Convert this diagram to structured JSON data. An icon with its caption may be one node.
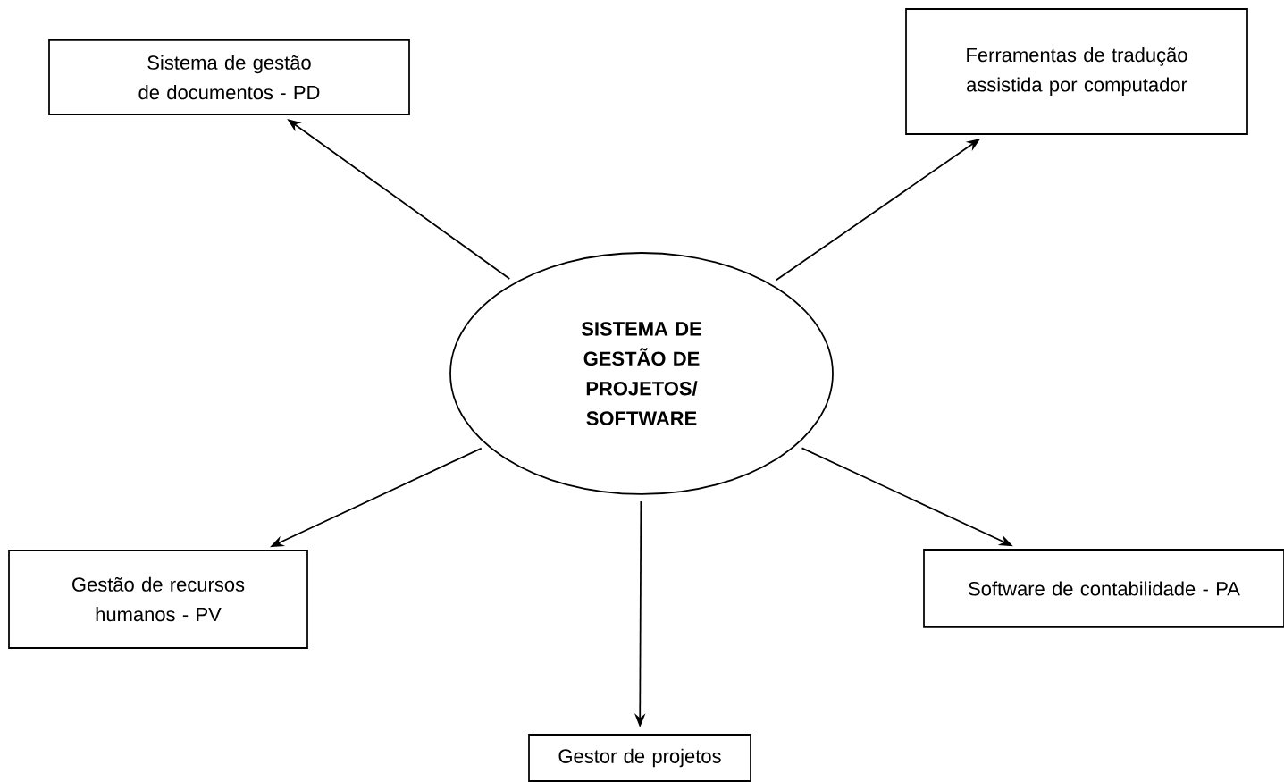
{
  "diagram": {
    "nodes": [
      {
        "text": [
          "Sistema de gestão de documentos - PD"
        ]
      },
      {
        "text": [
          "Ferramentas de tradução assistida por computador"
        ]
      },
      {
        "text": [
          "SISTEMA DE GESTÃO DE PROJETOS/ SOFTWARE"
        ]
      },
      {
        "text": [
          "Gestão de recursos humanos - PV"
        ]
      },
      {
        "text": [
          "Software de contabilidade - PA"
        ]
      },
      {
        "text": [
          "Gestor de projetos"
        ]
      }
    ],
    "edges": [
      {
        "from": 2,
        "to": 0,
        "arrow": "to"
      },
      {
        "from": 2,
        "to": 1,
        "arrow": "to"
      },
      {
        "from": 2,
        "to": 3,
        "arrow": "to"
      },
      {
        "from": 2,
        "to": 4,
        "arrow": "to"
      },
      {
        "from": 2,
        "to": 5,
        "arrow": "to"
      }
    ]
  }
}
